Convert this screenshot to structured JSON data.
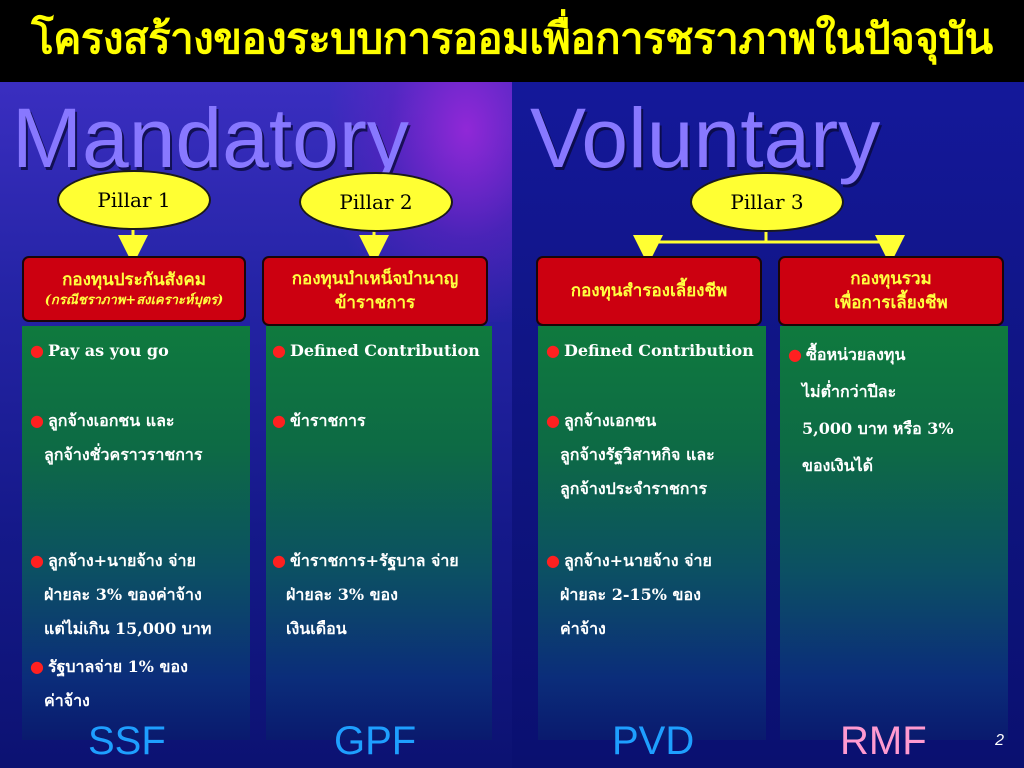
{
  "slide": {
    "title": "โครงสร้างของระบบการออมเพื่อการชราภาพในปัจจุบัน",
    "page_number": "2",
    "colors": {
      "pillar": "#ffff33",
      "fund_box": "#cc0010",
      "fund_text": "#ffff40",
      "bullet_dot": "#ff2020",
      "title": "#ffff00"
    }
  },
  "categories": {
    "mandatory": "Mandatory",
    "voluntary": "Voluntary"
  },
  "pillars": {
    "p1": "Pillar 1",
    "p2": "Pillar 2",
    "p3": "Pillar 3"
  },
  "funds": {
    "ssf": {
      "name": "กองทุนประกันสังคม",
      "note": "(กรณีชราภาพ+สงเคราะห์บุตร)",
      "code": "SSF",
      "code_color": "#1e9fff"
    },
    "gpf": {
      "name_line1": "กองทุนบำเหน็จบำนาญ",
      "name_line2": "ข้าราชการ",
      "code": "GPF",
      "code_color": "#1e9fff"
    },
    "pvd": {
      "name": "กองทุนสำรองเลี้ยงชีพ",
      "code": "PVD",
      "code_color": "#1e9fff"
    },
    "rmf": {
      "name_line1": "กองทุนรวม",
      "name_line2": "เพื่อการเลี้ยงชีพ",
      "code": "RMF",
      "code_color": "#ff9ad0"
    }
  },
  "details": {
    "ssf": {
      "type": "Pay as you go",
      "members_l1": "ลูกจ้างเอกชน และ",
      "members_l2": "ลูกจ้างชั่วคราวราชการ",
      "contrib_l1": "ลูกจ้าง+นายจ้าง จ่าย",
      "contrib_l2": "ฝ่ายละ 3% ของค่าจ้าง",
      "contrib_l3": "แต่ไม่เกิน 15,000 บาท",
      "gov_l1": "รัฐบาลจ่าย 1% ของ",
      "gov_l2": "ค่าจ้าง"
    },
    "gpf": {
      "type": "Defined Contribution",
      "members_l1": "ข้าราชการ",
      "contrib_l1": "ข้าราชการ+รัฐบาล จ่าย",
      "contrib_l2": "ฝ่ายละ 3% ของ",
      "contrib_l3": "เงินเดือน"
    },
    "pvd": {
      "type": "Defined Contribution",
      "members_l1": "ลูกจ้างเอกชน",
      "members_l2": "ลูกจ้างรัฐวิสาหกิจ และ",
      "members_l3": "ลูกจ้างประจำราชการ",
      "contrib_l1": "ลูกจ้าง+นายจ้าง จ่าย",
      "contrib_l2": "ฝ่ายละ 2-15% ของ",
      "contrib_l3": "ค่าจ้าง"
    },
    "rmf": {
      "l1": "ซื้อหน่วยลงทุน",
      "l2": "ไม่ต่ำกว่าปีละ",
      "l3": "5,000 บาท หรือ 3%",
      "l4": "ของเงินได้"
    }
  }
}
